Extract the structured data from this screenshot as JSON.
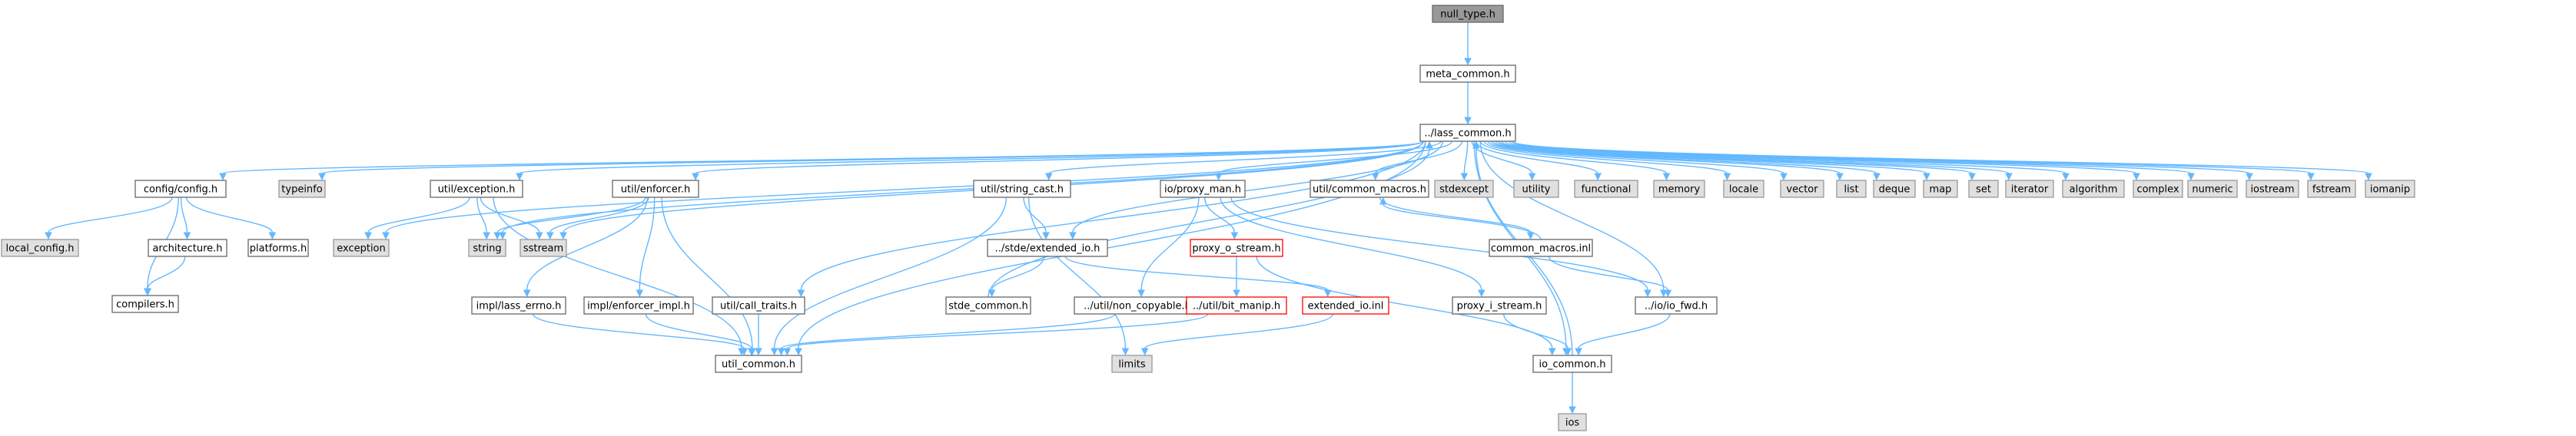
{
  "title": "null_type.h include dependency graph",
  "colors": {
    "edge": "#63b8ff",
    "root_fill": "#999999",
    "root_stroke": "#666666",
    "node_fill": "#ffffff",
    "node_stroke": "#666666",
    "system_fill": "#e0e0e0",
    "system_stroke": "#999999",
    "missing_stroke": "#ff0000"
  },
  "nodes": [
    {
      "id": "null_type",
      "label": "null_type.h",
      "kind": "root"
    },
    {
      "id": "meta_common",
      "label": "meta_common.h",
      "kind": "file"
    },
    {
      "id": "lass_common",
      "label": "../lass_common.h",
      "kind": "file"
    },
    {
      "id": "config",
      "label": "config/config.h",
      "kind": "file"
    },
    {
      "id": "typeinfo",
      "label": "typeinfo",
      "kind": "system"
    },
    {
      "id": "exception_h",
      "label": "util/exception.h",
      "kind": "file"
    },
    {
      "id": "enforcer",
      "label": "util/enforcer.h",
      "kind": "file"
    },
    {
      "id": "string_cast",
      "label": "util/string_cast.h",
      "kind": "file"
    },
    {
      "id": "proxy_man",
      "label": "io/proxy_man.h",
      "kind": "file"
    },
    {
      "id": "common_macros_h",
      "label": "util/common_macros.h",
      "kind": "file"
    },
    {
      "id": "stdexcept",
      "label": "stdexcept",
      "kind": "system"
    },
    {
      "id": "utility",
      "label": "utility",
      "kind": "system"
    },
    {
      "id": "functional",
      "label": "functional",
      "kind": "system"
    },
    {
      "id": "memory",
      "label": "memory",
      "kind": "system"
    },
    {
      "id": "locale",
      "label": "locale",
      "kind": "system"
    },
    {
      "id": "vector",
      "label": "vector",
      "kind": "system"
    },
    {
      "id": "list",
      "label": "list",
      "kind": "system"
    },
    {
      "id": "deque",
      "label": "deque",
      "kind": "system"
    },
    {
      "id": "map",
      "label": "map",
      "kind": "system"
    },
    {
      "id": "set",
      "label": "set",
      "kind": "system"
    },
    {
      "id": "iterator",
      "label": "iterator",
      "kind": "system"
    },
    {
      "id": "algorithm",
      "label": "algorithm",
      "kind": "system"
    },
    {
      "id": "complex",
      "label": "complex",
      "kind": "system"
    },
    {
      "id": "numeric",
      "label": "numeric",
      "kind": "system"
    },
    {
      "id": "iostream",
      "label": "iostream",
      "kind": "system"
    },
    {
      "id": "fstream",
      "label": "fstream",
      "kind": "system"
    },
    {
      "id": "iomanip",
      "label": "iomanip",
      "kind": "system"
    },
    {
      "id": "local_config",
      "label": "local_config.h",
      "kind": "system"
    },
    {
      "id": "architecture",
      "label": "architecture.h",
      "kind": "file"
    },
    {
      "id": "platforms",
      "label": "platforms.h",
      "kind": "file"
    },
    {
      "id": "compilers",
      "label": "compilers.h",
      "kind": "file"
    },
    {
      "id": "exception_sys",
      "label": "exception",
      "kind": "system"
    },
    {
      "id": "string",
      "label": "string",
      "kind": "system"
    },
    {
      "id": "sstream",
      "label": "sstream",
      "kind": "system"
    },
    {
      "id": "lass_errno",
      "label": "impl/lass_errno.h",
      "kind": "file"
    },
    {
      "id": "enforcer_impl",
      "label": "impl/enforcer_impl.h",
      "kind": "file"
    },
    {
      "id": "call_traits",
      "label": "util/call_traits.h",
      "kind": "file"
    },
    {
      "id": "extended_io",
      "label": "../stde/extended_io.h",
      "kind": "file"
    },
    {
      "id": "stde_common",
      "label": "stde_common.h",
      "kind": "file"
    },
    {
      "id": "proxy_o_stream",
      "label": "proxy_o_stream.h",
      "kind": "missing"
    },
    {
      "id": "non_copyable",
      "label": "../util/non_copyable.h",
      "kind": "file"
    },
    {
      "id": "bit_manip",
      "label": "../util/bit_manip.h",
      "kind": "missing"
    },
    {
      "id": "extended_io_inl",
      "label": "extended_io.inl",
      "kind": "missing"
    },
    {
      "id": "proxy_i_stream",
      "label": "proxy_i_stream.h",
      "kind": "file"
    },
    {
      "id": "common_macros_inl",
      "label": "common_macros.inl",
      "kind": "file"
    },
    {
      "id": "io_fwd",
      "label": "../io/io_fwd.h",
      "kind": "file"
    },
    {
      "id": "util_common",
      "label": "util_common.h",
      "kind": "file"
    },
    {
      "id": "limits",
      "label": "limits",
      "kind": "system"
    },
    {
      "id": "io_common",
      "label": "io_common.h",
      "kind": "file"
    },
    {
      "id": "ios",
      "label": "ios",
      "kind": "system"
    }
  ],
  "edges": [
    [
      "null_type",
      "meta_common"
    ],
    [
      "meta_common",
      "lass_common"
    ],
    [
      "lass_common",
      "config"
    ],
    [
      "lass_common",
      "typeinfo"
    ],
    [
      "lass_common",
      "exception_h"
    ],
    [
      "lass_common",
      "enforcer"
    ],
    [
      "lass_common",
      "string_cast"
    ],
    [
      "lass_common",
      "proxy_man"
    ],
    [
      "lass_common",
      "common_macros_h"
    ],
    [
      "lass_common",
      "stdexcept"
    ],
    [
      "lass_common",
      "utility"
    ],
    [
      "lass_common",
      "functional"
    ],
    [
      "lass_common",
      "memory"
    ],
    [
      "lass_common",
      "locale"
    ],
    [
      "lass_common",
      "vector"
    ],
    [
      "lass_common",
      "list"
    ],
    [
      "lass_common",
      "deque"
    ],
    [
      "lass_common",
      "map"
    ],
    [
      "lass_common",
      "set"
    ],
    [
      "lass_common",
      "iterator"
    ],
    [
      "lass_common",
      "algorithm"
    ],
    [
      "lass_common",
      "complex"
    ],
    [
      "lass_common",
      "numeric"
    ],
    [
      "lass_common",
      "iostream"
    ],
    [
      "lass_common",
      "fstream"
    ],
    [
      "lass_common",
      "iomanip"
    ],
    [
      "lass_common",
      "exception_sys"
    ],
    [
      "lass_common",
      "string"
    ],
    [
      "lass_common",
      "sstream"
    ],
    [
      "lass_common",
      "call_traits"
    ],
    [
      "lass_common",
      "extended_io"
    ],
    [
      "lass_common",
      "util_common"
    ],
    [
      "lass_common",
      "io_common"
    ],
    [
      "lass_common",
      "io_fwd"
    ],
    [
      "config",
      "local_config"
    ],
    [
      "config",
      "architecture"
    ],
    [
      "config",
      "platforms"
    ],
    [
      "config",
      "compilers"
    ],
    [
      "architecture",
      "compilers"
    ],
    [
      "exception_h",
      "exception_sys"
    ],
    [
      "exception_h",
      "string"
    ],
    [
      "exception_h",
      "sstream"
    ],
    [
      "exception_h",
      "util_common"
    ],
    [
      "enforcer",
      "string"
    ],
    [
      "enforcer",
      "sstream"
    ],
    [
      "enforcer",
      "lass_errno"
    ],
    [
      "enforcer",
      "enforcer_impl"
    ],
    [
      "enforcer",
      "util_common"
    ],
    [
      "lass_errno",
      "util_common"
    ],
    [
      "enforcer_impl",
      "util_common"
    ],
    [
      "call_traits",
      "util_common"
    ],
    [
      "string_cast",
      "extended_io"
    ],
    [
      "string_cast",
      "util_common"
    ],
    [
      "string_cast",
      "limits"
    ],
    [
      "extended_io",
      "stde_common"
    ],
    [
      "extended_io",
      "extended_io_inl"
    ],
    [
      "stde_common",
      "lass_common"
    ],
    [
      "proxy_man",
      "proxy_o_stream"
    ],
    [
      "proxy_man",
      "non_copyable"
    ],
    [
      "proxy_man",
      "proxy_i_stream"
    ],
    [
      "proxy_man",
      "io_fwd"
    ],
    [
      "proxy_o_stream",
      "bit_manip"
    ],
    [
      "proxy_o_stream",
      "io_common"
    ],
    [
      "non_copyable",
      "util_common"
    ],
    [
      "bit_manip",
      "util_common"
    ],
    [
      "extended_io_inl",
      "limits"
    ],
    [
      "proxy_i_stream",
      "io_common"
    ],
    [
      "common_macros_h",
      "common_macros_inl"
    ],
    [
      "common_macros_inl",
      "common_macros_h"
    ],
    [
      "common_macros_inl",
      "io_fwd"
    ],
    [
      "io_fwd",
      "io_common"
    ],
    [
      "io_common",
      "lass_common"
    ],
    [
      "io_common",
      "ios"
    ]
  ]
}
